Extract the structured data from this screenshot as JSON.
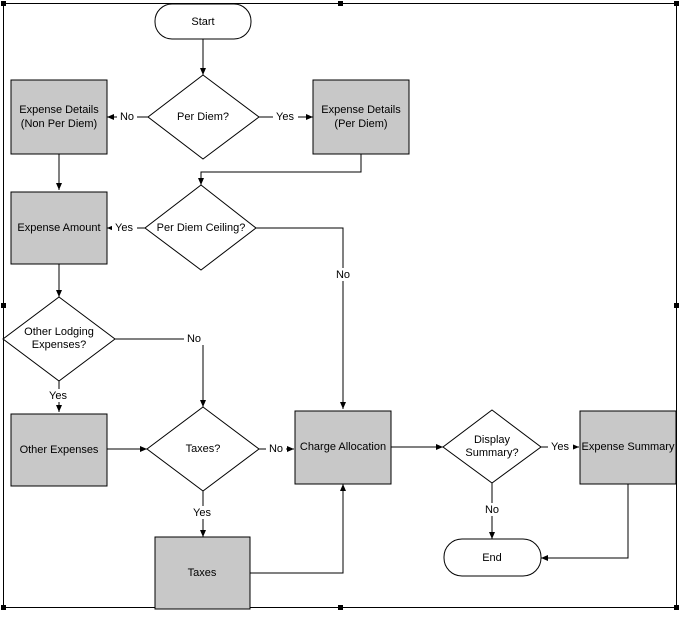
{
  "nodes": {
    "start": "Start",
    "per_diem_q": "Per Diem?",
    "expense_details_non": [
      "Expense Details",
      "(Non Per Diem)"
    ],
    "expense_details_per": [
      "Expense Details",
      "(Per Diem)"
    ],
    "per_diem_ceiling_q": "Per Diem Ceiling?",
    "expense_amount": "Expense Amount",
    "other_lodging_q": [
      "Other Lodging",
      "Expenses?"
    ],
    "other_expenses": "Other Expenses",
    "taxes_q": "Taxes?",
    "taxes": "Taxes",
    "charge_allocation": "Charge Allocation",
    "display_summary_q": [
      "Display",
      "Summary?"
    ],
    "expense_summary": "Expense Summary",
    "end": "End"
  },
  "edge_labels": {
    "per_diem_no": "No",
    "per_diem_yes": "Yes",
    "ceiling_yes": "Yes",
    "ceiling_no": "No",
    "lodging_no": "No",
    "lodging_yes": "Yes",
    "taxes_no": "No",
    "taxes_yes": "Yes",
    "display_yes": "Yes",
    "display_no": "No"
  }
}
